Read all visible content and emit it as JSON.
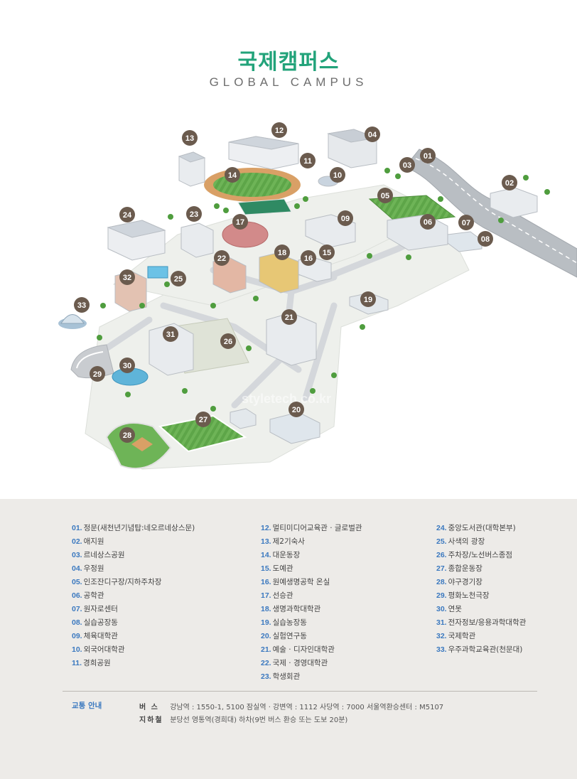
{
  "header": {
    "title": "국제캠퍼스",
    "subtitle": "GLOBAL CAMPUS"
  },
  "colors": {
    "title": "#22a37a",
    "number": "#3a78bf",
    "marker": "#6b5b4e",
    "legend_bg": "#edebe8"
  },
  "watermark": "styletech.co.kr",
  "markers": [
    "01",
    "02",
    "03",
    "04",
    "05",
    "06",
    "07",
    "08",
    "09",
    "10",
    "11",
    "12",
    "13",
    "14",
    "15",
    "16",
    "17",
    "18",
    "19",
    "20",
    "21",
    "22",
    "23",
    "24",
    "25",
    "26",
    "27",
    "28",
    "29",
    "30",
    "31",
    "32",
    "33"
  ],
  "legend": {
    "col1": [
      {
        "num": "01.",
        "name": "정문(새천년기념탑:네오르네상스문)"
      },
      {
        "num": "02.",
        "name": "애지원"
      },
      {
        "num": "03.",
        "name": "르네상스공원"
      },
      {
        "num": "04.",
        "name": "우정원"
      },
      {
        "num": "05.",
        "name": "인조잔디구장/지하주차장"
      },
      {
        "num": "06.",
        "name": "공학관"
      },
      {
        "num": "07.",
        "name": "원자로센터"
      },
      {
        "num": "08.",
        "name": "실습공장동"
      },
      {
        "num": "09.",
        "name": "체육대학관"
      },
      {
        "num": "10.",
        "name": "외국어대학관"
      },
      {
        "num": "11.",
        "name": "경희공원"
      }
    ],
    "col2": [
      {
        "num": "12.",
        "name": "멀티미디어교육관 · 글로벌관"
      },
      {
        "num": "13.",
        "name": "제2기숙사"
      },
      {
        "num": "14.",
        "name": "대운동장"
      },
      {
        "num": "15.",
        "name": "도예관"
      },
      {
        "num": "16.",
        "name": "원예생명공학 온실"
      },
      {
        "num": "17.",
        "name": "선승관"
      },
      {
        "num": "18.",
        "name": "생명과학대학관"
      },
      {
        "num": "19.",
        "name": "실습농장동"
      },
      {
        "num": "20.",
        "name": "실험연구동"
      },
      {
        "num": "21.",
        "name": "예술 · 디자인대학관"
      },
      {
        "num": "22.",
        "name": "국제 · 경영대학관"
      },
      {
        "num": "23.",
        "name": "학생회관"
      }
    ],
    "col3": [
      {
        "num": "24.",
        "name": "중앙도서관(대학본부)"
      },
      {
        "num": "25.",
        "name": "사색의 광장"
      },
      {
        "num": "26.",
        "name": "주차장/노선버스종점"
      },
      {
        "num": "27.",
        "name": "종합운동장"
      },
      {
        "num": "28.",
        "name": "야구경기장"
      },
      {
        "num": "29.",
        "name": "평화노천극장"
      },
      {
        "num": "30.",
        "name": "연못"
      },
      {
        "num": "31.",
        "name": "전자정보/응용과학대학관"
      },
      {
        "num": "32.",
        "name": "국제학관"
      },
      {
        "num": "33.",
        "name": "우주과학교육관(천문대)"
      }
    ]
  },
  "traffic": {
    "label": "교통 안내",
    "bus_label": "버 스",
    "bus_text": "강남역 : 1550-1, 5100     잠실역 · 강변역 : 1112     사당역 : 7000     서울역환승센터 : M5107",
    "subway_label": "지하철",
    "subway_text": "분당선 영통역(경희대) 하차(9번 버스 환승 또는 도보 20분)"
  }
}
